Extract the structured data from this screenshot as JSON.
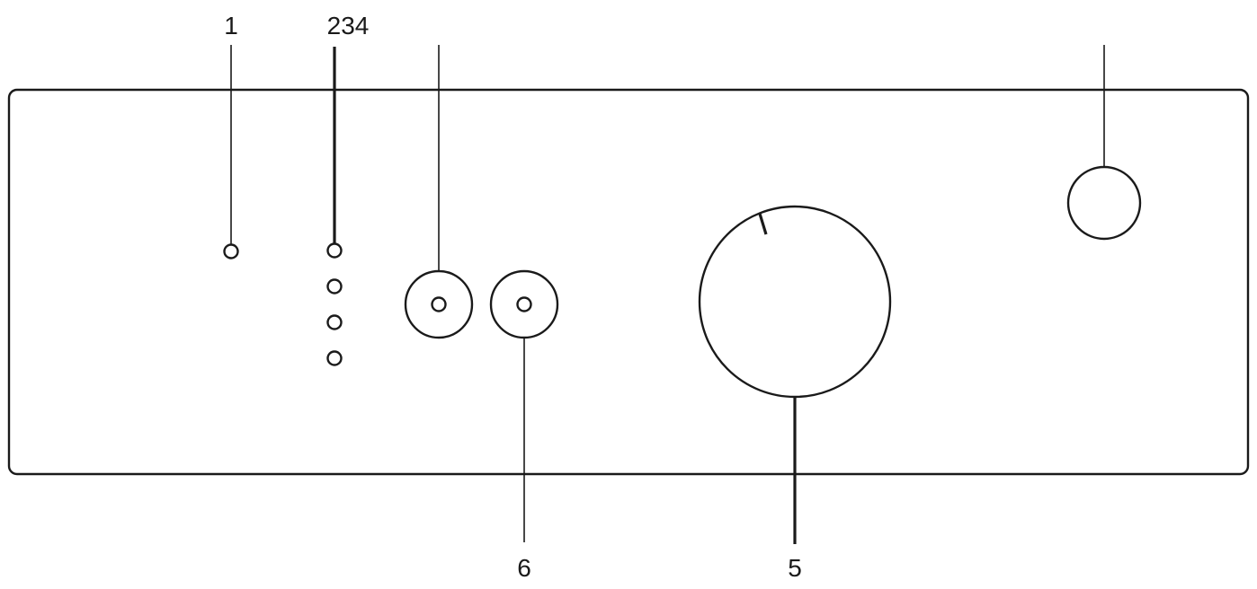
{
  "callouts": {
    "top_left": "1",
    "top_group": "234",
    "bottom_input": "6",
    "bottom_knob": "5"
  }
}
